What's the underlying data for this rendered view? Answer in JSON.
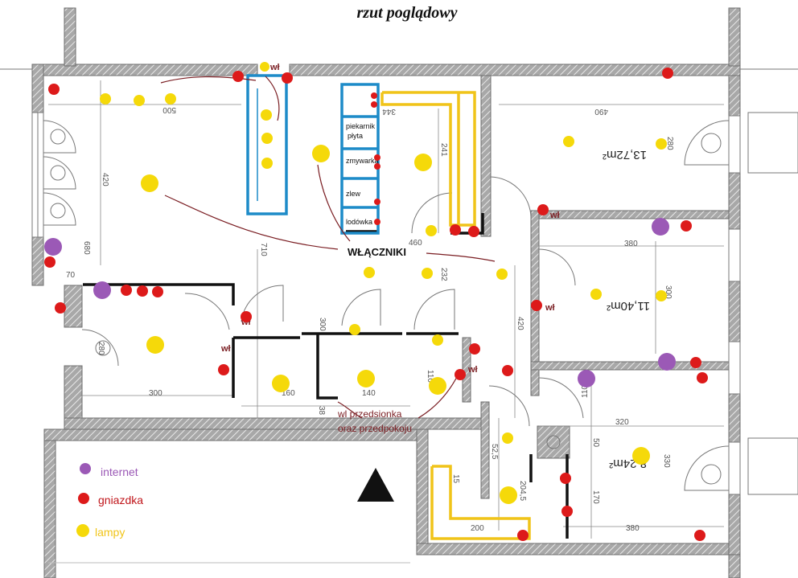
{
  "title": "rzut poglądowy",
  "switches_label": "WŁĄCZNIKI",
  "switch_abbr": "wł",
  "vestibule_switch_line1": "wl przedsionka",
  "vestibule_switch_line2": "oraz przedpokoju",
  "kitchen": {
    "oven": "piekarnik",
    "hob": "płyta",
    "dishwasher": "zmywarka",
    "sink": "zlew",
    "fridge": "lodówka"
  },
  "rooms": {
    "room1_area": "13,72m²",
    "room2_area": "11,40m²",
    "room3_area": "8,24m²"
  },
  "dimensions": {
    "d500": "500",
    "d344": "344",
    "d490": "490",
    "d420": "420",
    "d680": "680",
    "d280a": "280",
    "d241": "241",
    "d710": "710",
    "d460": "460",
    "d232": "232",
    "d380a": "380",
    "d300a": "300",
    "d420b": "420",
    "d280b": "280",
    "d300b": "300",
    "d300c": "300",
    "d160": "160",
    "d140": "140",
    "d110a": "110",
    "d110b": "110",
    "d320": "320",
    "d330": "330",
    "d170": "170",
    "d380b": "380",
    "d200": "200",
    "d2045": "204,5",
    "d525": "52,5",
    "d50": "50",
    "d38": "38",
    "d70": "70",
    "d15": "15"
  },
  "legend": {
    "internet": "internet",
    "socket": "gniazdka",
    "lamps": "lampy"
  },
  "colors": {
    "internet": "#9b59b6",
    "socket": "#dd1a1a",
    "lamp": "#f5d90a",
    "wall": "#8c8c8c",
    "cabinet_blue": "#1d8bc8",
    "counter_yellow": "#f0c419",
    "partition": "#111111",
    "wire": "#7a1d22"
  }
}
